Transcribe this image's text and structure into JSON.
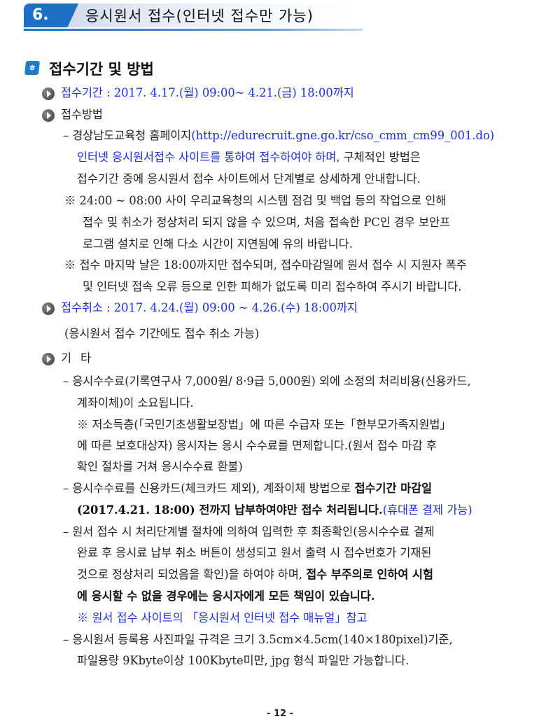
{
  "header": {
    "number": "6.",
    "title": "응시원서 접수(인터넷 접수만 가능)"
  },
  "section": {
    "title": "접수기간 및 방법"
  },
  "period": {
    "label": "접수기간 : 2017. 4.17.(월) 09:00~ 4.21.(금) 18:00까지"
  },
  "method": {
    "label": "접수방법",
    "line1_prefix": "– 경상남도교육청 홈페이지",
    "line1_url": "(http://edurecruit.gne.go.kr/cso_cmm_cm99_001.do)",
    "line2_blue": "인터넷 응시원서접수 사이트를 통하여 접수하여야 하며,",
    "line2_rest": " 구체적인 방법은",
    "line3": "접수기간 중에 응시원서 접수 사이트에서 단계별로 상세하게 안내합니다.",
    "note1_l1": "※ 24:00 ~ 08:00 사이 우리교육청의 시스템 점검 및 백업 등의 작업으로 인해",
    "note1_l2": "접수 및 취소가 정상처리 되지 않을 수 있으며, 처음 접속한 PC인 경우 보안프",
    "note1_l3": "로그램 설치로 인해 다소 시간이 지연됨에 유의 바랍니다.",
    "note2_l1": "※ 접수 마지막 날은 18:00까지만 접수되며, 접수마감일에 원서 접수 시 지원자 폭주",
    "note2_l2": "및 인터넷 접속 오류 등으로 인한 피해가 없도록 미리 접수하여 주시기 바랍니다."
  },
  "cancel": {
    "label": "접수취소 : 2017. 4.24.(월) 09:00 ~ 4.26.(수) 18:00까지",
    "note": "(응시원서 접수 기간에도 접수 취소 가능)"
  },
  "etc": {
    "label": "기 타",
    "fee_l1": "– 응시수수료(기록연구사 7,000원/ 8·9급 5,000원) 외에 소정의 처리비용(신용카드,",
    "fee_l2": "계좌이체)이 소요됩니다.",
    "exempt_l1": "※ 저소득층(「국민기초생활보장법」에 따른 수급자 또는「한부모가족지원법」",
    "exempt_l2": "에 따른 보호대상자) 응시자는 응시 수수료를 면제합니다.(원서 접수 마감 후",
    "exempt_l3": "확인 절차를 거쳐 응시수수료 환불)",
    "pay_l1_a": "– 응시수수료를 신용카드(체크카드 제외), 계좌이체 방법으로 ",
    "pay_l1_b": "접수기간 마감일",
    "pay_l2_b": "(2017.4.21. 18:00) 전까지 납부하여야만 접수 처리됩니다.",
    "pay_l2_c": "(휴대폰 결제 가능)",
    "confirm_l1": "– 원서 접수 시 처리단계별 절차에 의하여 입력한 후 최종확인(응시수수료 결제",
    "confirm_l2": "완료 후 응시료 납부 취소 버튼이 생성되고 원서 출력 시 접수번호가 기재된",
    "confirm_l3_a": "것으로 정상처리 되었음을 확인)을 하여야 하며, ",
    "confirm_l3_b": "접수 부주의로 인하여 시험",
    "confirm_l4": "에 응시할 수 없을 경우에는 응시자에게 모든 책임이 있습니다.",
    "manual": "※ 원서 접수 사이트의 「응시원서 인터넷 접수 매뉴얼」참고",
    "photo_l1": "– 응시원서 등록용 사진파일 규격은 크기 3.5cm×4.5cm(140×180pixel)기준,",
    "photo_l2": "파일용량 9Kbyte이상 100Kbyte미만, jpg 형식 파일만 가능합니다."
  },
  "footer": {
    "page": "- 12 -"
  }
}
